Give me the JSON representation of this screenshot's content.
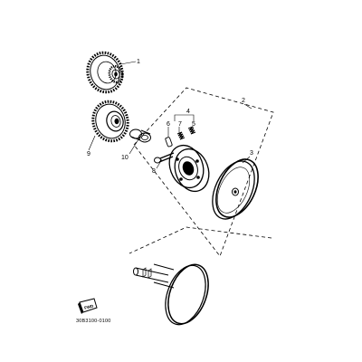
{
  "callouts": [
    {
      "id": "1",
      "label": "1"
    },
    {
      "id": "2",
      "label": "2"
    },
    {
      "id": "3",
      "label": "3"
    },
    {
      "id": "4",
      "label": "4"
    },
    {
      "id": "5",
      "label": "5"
    },
    {
      "id": "6",
      "label": "6"
    },
    {
      "id": "7",
      "label": "7"
    },
    {
      "id": "8",
      "label": "8"
    },
    {
      "id": "9",
      "label": "9"
    },
    {
      "id": "10",
      "label": "10"
    }
  ],
  "diagram_code": "30B3100-0100",
  "front_mark": "FWD"
}
